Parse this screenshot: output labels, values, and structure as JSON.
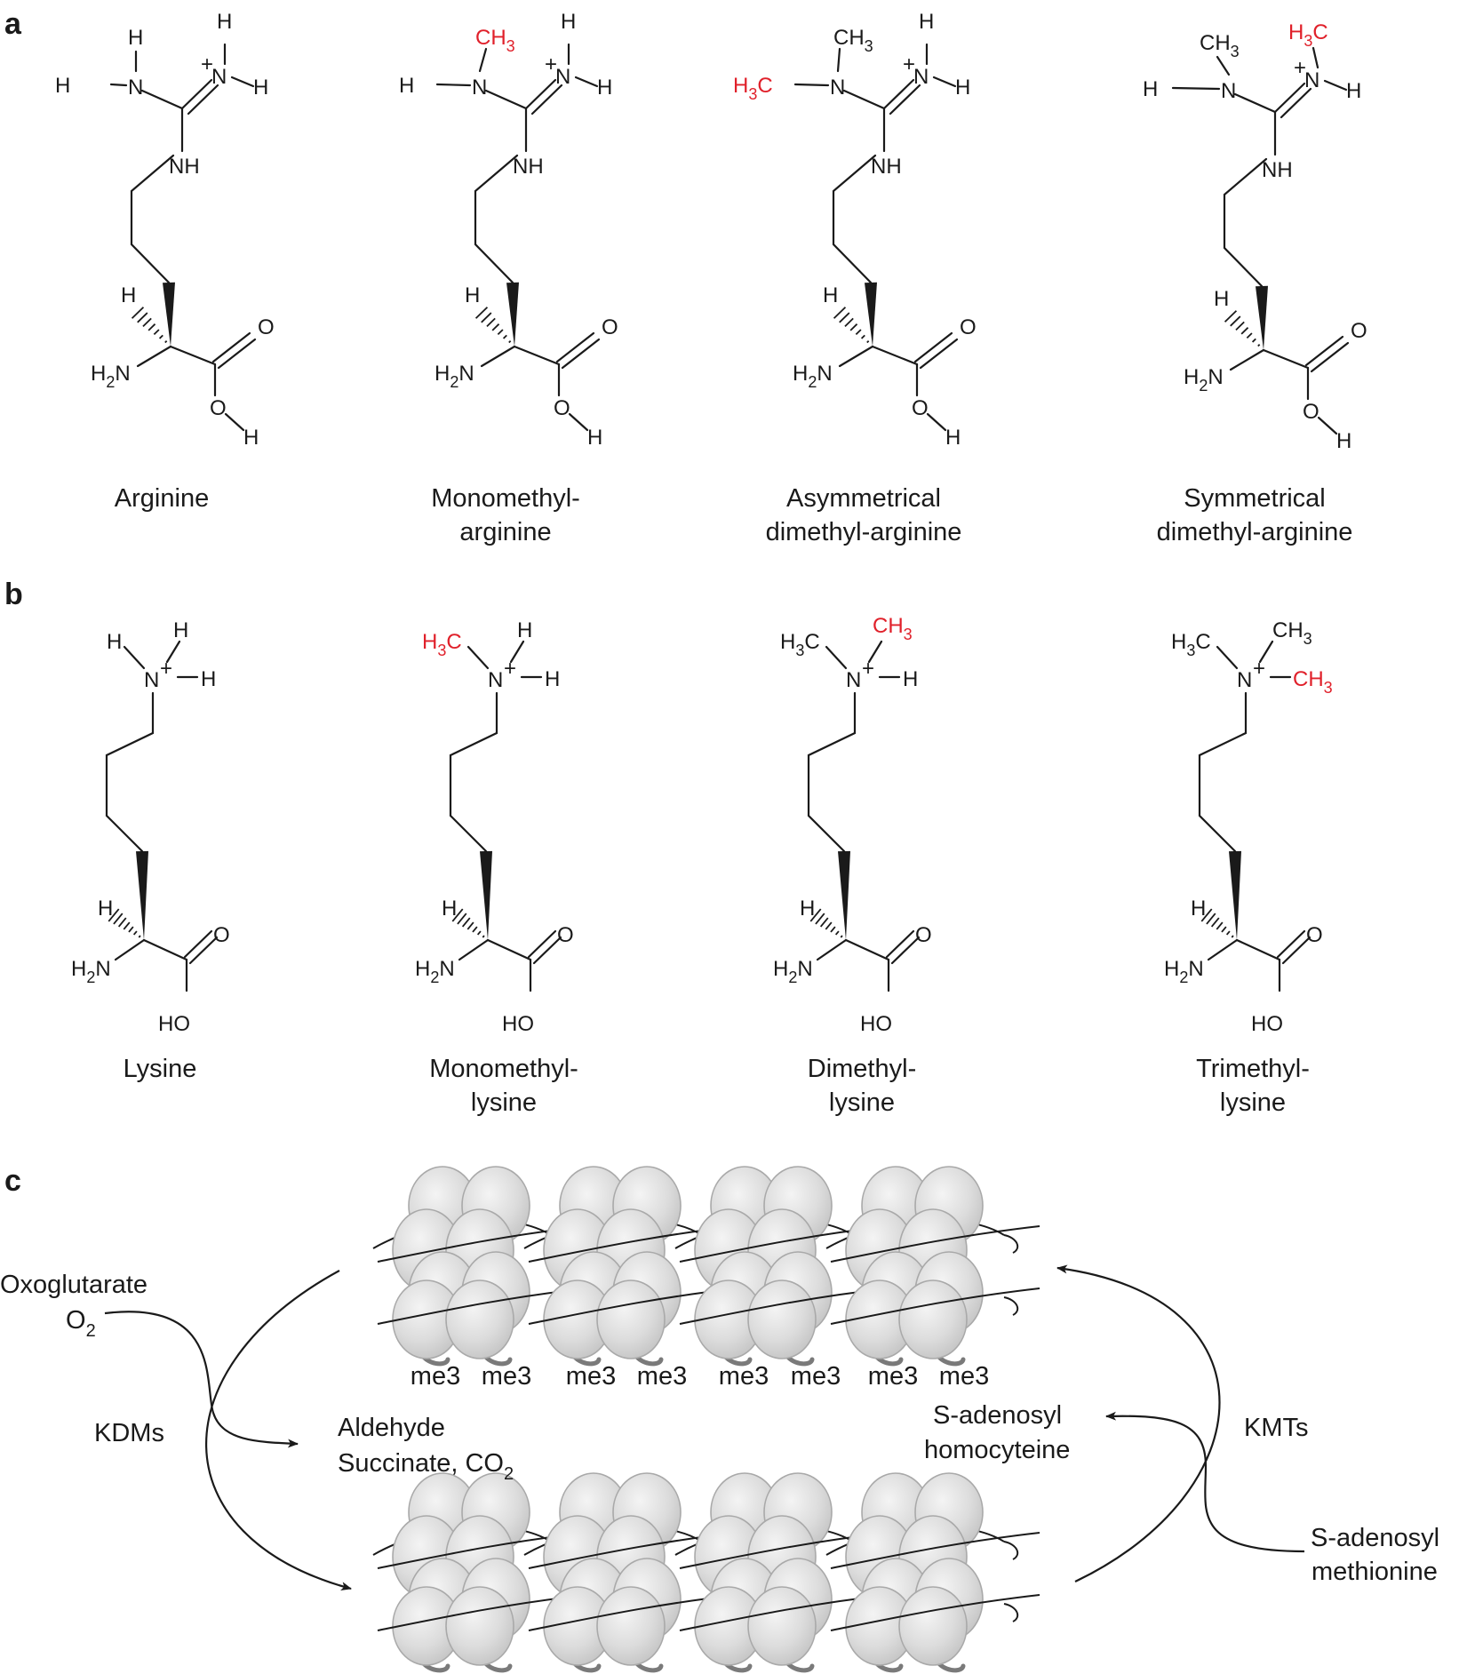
{
  "panels": {
    "a": {
      "letter": "a",
      "molecules": [
        {
          "id": "arginine",
          "name_lines": [
            "Arginine"
          ]
        },
        {
          "id": "monomethyl-arginine",
          "name_lines": [
            "Monomethyl-",
            "arginine"
          ]
        },
        {
          "id": "asymmetrical-dimethyl-arginine",
          "name_lines": [
            "Asymmetrical",
            "dimethyl-arginine"
          ]
        },
        {
          "id": "symmetrical-dimethyl-arginine",
          "name_lines": [
            "Symmetrical",
            "dimethyl-arginine"
          ]
        }
      ]
    },
    "b": {
      "letter": "b",
      "molecules": [
        {
          "id": "lysine",
          "name_lines": [
            "Lysine"
          ]
        },
        {
          "id": "monomethyl-lysine",
          "name_lines": [
            "Monomethyl-",
            "lysine"
          ]
        },
        {
          "id": "dimethyl-lysine",
          "name_lines": [
            "Dimethyl-",
            "lysine"
          ]
        },
        {
          "id": "trimethyl-lysine",
          "name_lines": [
            "Trimethyl-",
            "lysine"
          ]
        }
      ]
    },
    "c": {
      "letter": "c",
      "left_inputs": {
        "line1": "Oxoglutarate",
        "line2_main": "O",
        "line2_sub": "2"
      },
      "left_enzyme": "KDMs",
      "left_products": {
        "line1": "Aldehyde",
        "line2_main": "Succinate, CO",
        "line2_sub": "2"
      },
      "right_products": {
        "line1": "S-adenosyl",
        "line2": "homocyteine"
      },
      "right_enzyme": "KMTs",
      "right_inputs": {
        "line1": "S-adenosyl",
        "line2": "methionine"
      },
      "mark_label": "me3",
      "mark_count": 8
    }
  },
  "atoms": {
    "H": "H",
    "N": "N",
    "NH": "NH",
    "O": "O",
    "HO": "HO",
    "plus": "+",
    "H2N_main": "H",
    "H2N_sub": "2",
    "H2N_tail": "N",
    "CH3_main": "CH",
    "CH3_sub": "3",
    "H3C_head": "H",
    "H3C_sub": "3",
    "H3C_tail": "C"
  },
  "colors": {
    "methyl_highlight": "#e0202a",
    "text": "#1a1a1a",
    "histone_fill": "#d9d9d9",
    "tail": "#7a7a7a"
  }
}
